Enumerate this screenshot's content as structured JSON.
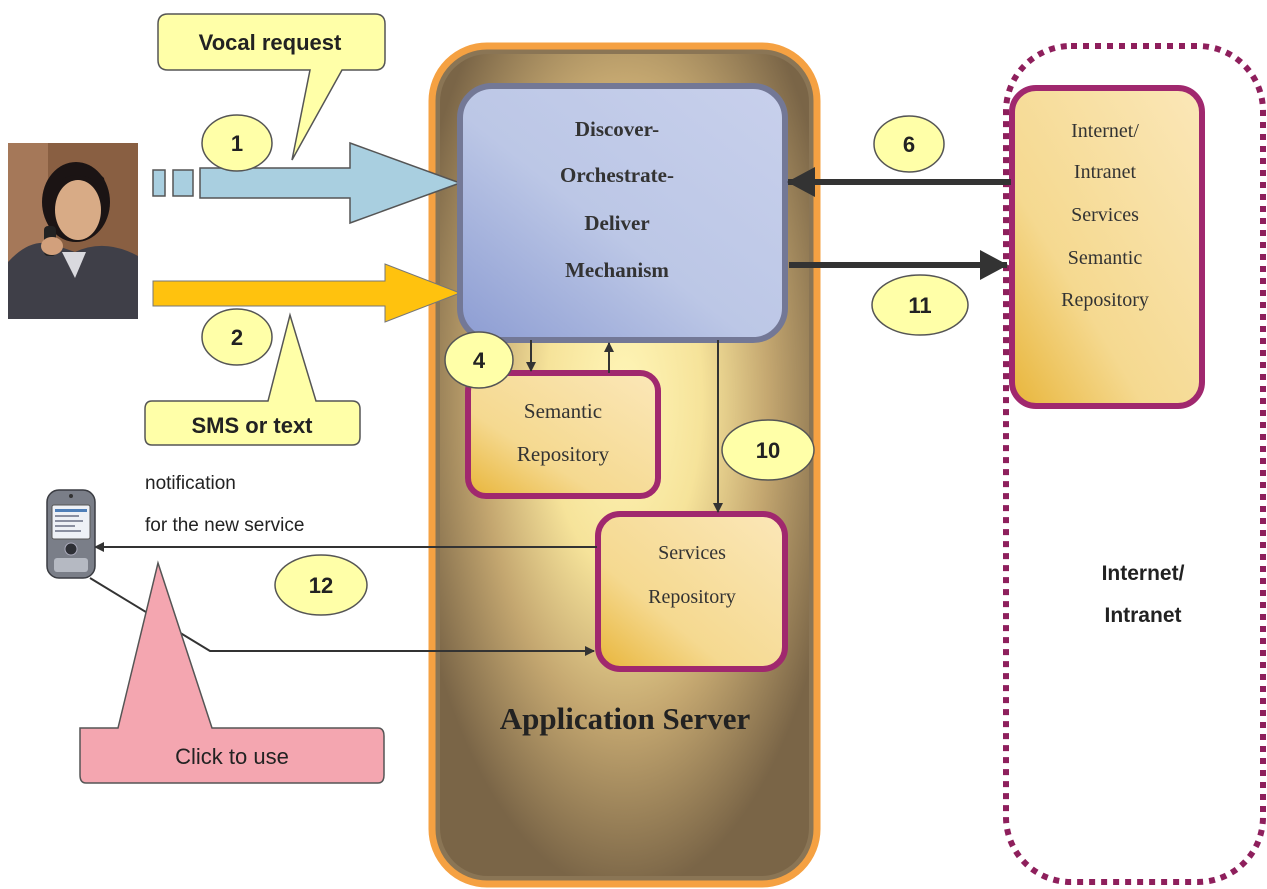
{
  "callouts": {
    "vocal_request": "Vocal request",
    "sms_or_text": "SMS or text",
    "click_to_use": "Click to use"
  },
  "steps": {
    "step1": "1",
    "step2": "2",
    "step4": "4",
    "step6": "6",
    "step10": "10",
    "step11": "11",
    "step12": "12"
  },
  "mechanism": {
    "line1": "Discover-",
    "line2": "Orchestrate-",
    "line3": "Deliver",
    "line4": "Mechanism"
  },
  "semantic_repository": {
    "line1": "Semantic",
    "line2": "Repository"
  },
  "services_repository": {
    "line1": "Services",
    "line2": "Repository"
  },
  "app_server_label": "Application Server",
  "internet_services": {
    "line1": "Internet/",
    "line2": "Intranet",
    "line3": "Services",
    "line4": "Semantic",
    "line5": "Repository"
  },
  "internet_zone": {
    "line1": "Internet/",
    "line2": "Intranet"
  },
  "notification": {
    "line1": "notification",
    "line2": "for the new service"
  },
  "colors": {
    "server_fill": "#8a7555",
    "server_border": "#f5a142",
    "box_border": "#a0286e",
    "mechanism_fill": "#b8c4e4",
    "mechanism_border": "#737896",
    "blue_arrow": "#a9cfe0",
    "yellow_arrow": "#ffc20e",
    "callout_yellow": "#ffffa8",
    "callout_pink": "#f4a6b0"
  }
}
